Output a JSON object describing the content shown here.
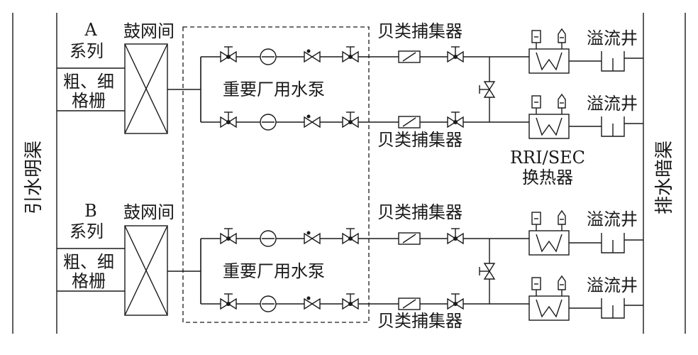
{
  "intake_channel": "引水明渠",
  "discharge_channel": "排水暗渠",
  "train_a": {
    "series_letter": "A",
    "series_word": "系列",
    "drum_screen": "鼓网间",
    "grating_line1": "粗、细",
    "grating_line2": "格栅",
    "pump_label": "重要厂用水泵",
    "collector_upper": "贝类捕集器",
    "collector_lower": "贝类捕集器",
    "overflow_upper": "溢流井",
    "overflow_lower": "溢流井"
  },
  "train_b": {
    "series_letter": "B",
    "series_word": "系列",
    "drum_screen": "鼓网间",
    "grating_line1": "粗、细",
    "grating_line2": "格栅",
    "pump_label": "重要厂用水泵",
    "collector_upper": "贝类捕集器",
    "collector_lower": "贝类捕集器",
    "overflow_upper": "溢流井",
    "overflow_lower": "溢流井"
  },
  "heat_exchanger_line1": "RRI/SEC",
  "heat_exchanger_line2": "换热器"
}
